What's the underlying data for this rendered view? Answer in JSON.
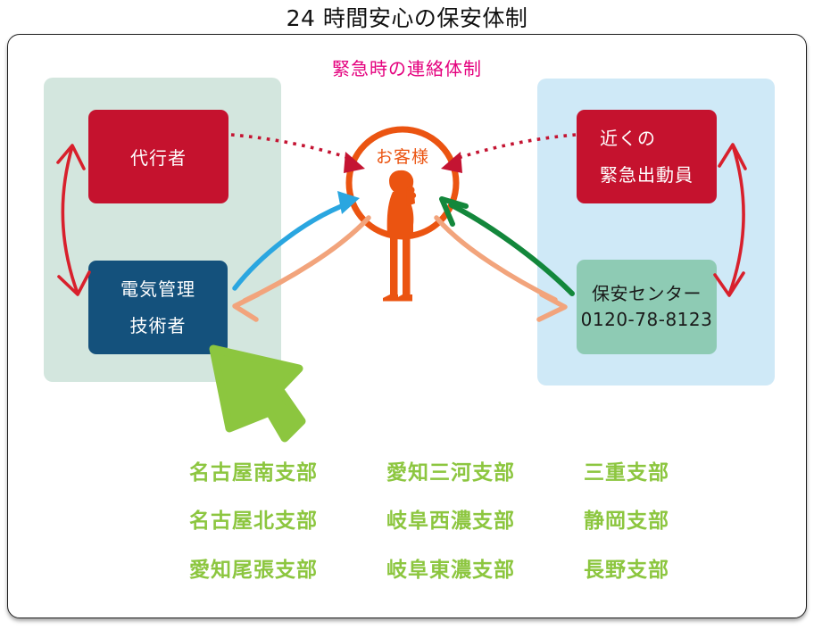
{
  "title": "24 時間安心の保安体制",
  "subtitle": "緊急時の連絡体制",
  "customer": {
    "label": "お客様"
  },
  "boxes": {
    "agent": "代行者",
    "engineer": [
      "電気管理",
      "技術者"
    ],
    "responder": [
      "近くの",
      "緊急出動員"
    ],
    "center": [
      "保安センター",
      "0120-78-8123"
    ]
  },
  "branches": [
    [
      "名古屋南支部",
      "愛知三河支部",
      "三重支部"
    ],
    [
      "名古屋北支部",
      "岐阜西濃支部",
      "静岡支部"
    ],
    [
      "愛知尾張支部",
      "岐阜東濃支部",
      "長野支部"
    ]
  ],
  "icons": {
    "person": "customer-person-icon",
    "cursor": "cursor-arrow-icon"
  },
  "colors": {
    "red_box": "#c5122e",
    "navy_box": "#14517c",
    "teal_box": "#8ecbb4",
    "panel_green": "#d3e6de",
    "panel_blue": "#cfe9f7",
    "orange": "#eb5411",
    "salmon_arrow": "#f2a47c",
    "blue_arrow": "#2aa6e0",
    "green_arrow": "#13873b",
    "dotted_red_arrow": "#c41432",
    "two_way_red_arrow": "#d8202c",
    "green_accent": "#8cc63f",
    "magenta_heading": "#e4017e"
  }
}
